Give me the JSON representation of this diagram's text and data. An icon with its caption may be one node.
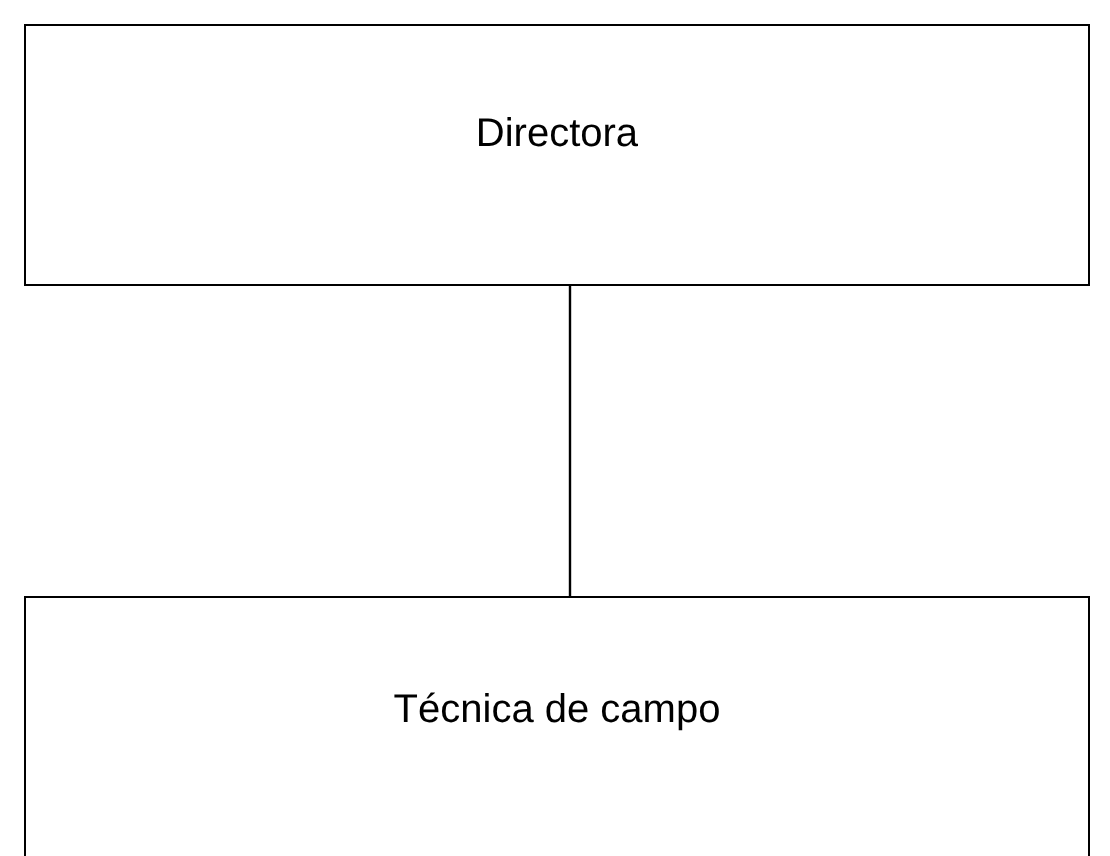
{
  "diagram": {
    "nodes": [
      {
        "text": [
          "Directora"
        ]
      },
      {
        "text": [
          "Técnica de campo"
        ]
      }
    ],
    "edges": [
      {
        "from": 0,
        "to": 1,
        "arrow": "none"
      }
    ]
  }
}
